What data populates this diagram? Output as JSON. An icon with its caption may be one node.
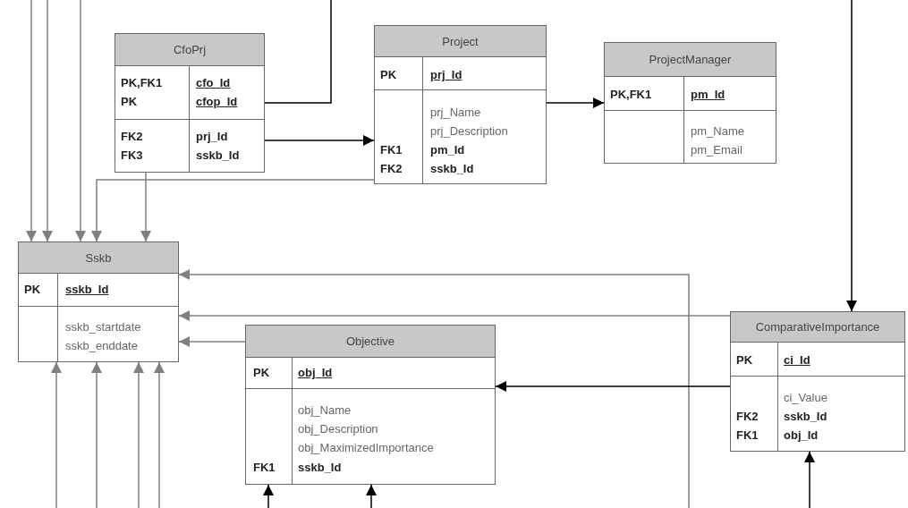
{
  "diagram": {
    "nodes": [
      {
        "text": [
          "CfoPrj",
          "PK,FK1 PK",
          "cfo_Id cfop_Id",
          "FK2 FK3",
          "prj_Id sskb_Id"
        ]
      },
      {
        "text": [
          "Project",
          "PK",
          "prj_Id",
          "prj_Name prj_Description",
          "FK1 FK2",
          "pm_Id sskb_Id"
        ]
      },
      {
        "text": [
          "ProjectManager",
          "PK,FK1",
          "pm_Id",
          "pm_Name pm_Email"
        ]
      },
      {
        "text": [
          "Sskb",
          "PK",
          "sskb_Id",
          "sskb_startdate sskb_enddate"
        ]
      },
      {
        "text": [
          "Objective",
          "PK",
          "obj_Id",
          "obj_Name obj_Description obj_MaximizedImportance",
          "FK1",
          "sskb_Id"
        ]
      },
      {
        "text": [
          "ComparativeImportance",
          "PK",
          "ci_Id",
          "ci_Value",
          "FK2 FK1",
          "sskb_Id obj_Id"
        ]
      }
    ],
    "edges": [
      {
        "from": null,
        "to": 3,
        "arrow": "to"
      },
      {
        "from": null,
        "to": 3,
        "arrow": "to"
      },
      {
        "from": null,
        "to": 3,
        "arrow": "to"
      },
      {
        "from": 1,
        "to": 3,
        "arrow": "to"
      },
      {
        "from": 0,
        "to": 3,
        "arrow": "to"
      },
      {
        "from": 0,
        "to": null,
        "arrow": "none",
        "color": "#000000"
      },
      {
        "from": 0,
        "to": 1,
        "arrow": "to",
        "color": "#000000"
      },
      {
        "from": 1,
        "to": 2,
        "arrow": "to",
        "color": "#000000"
      },
      {
        "from": null,
        "to": 5,
        "arrow": "to",
        "color": "#000000"
      },
      {
        "from": null,
        "to": 3,
        "arrow": "to"
      },
      {
        "from": 5,
        "to": 3,
        "arrow": "to"
      },
      {
        "from": 4,
        "to": 3,
        "arrow": "to"
      },
      {
        "from": 5,
        "to": 4,
        "arrow": "to",
        "color": "#000000"
      },
      {
        "from": null,
        "to": 3,
        "arrow": "to"
      },
      {
        "from": null,
        "to": 3,
        "arrow": "to"
      },
      {
        "from": null,
        "to": 3,
        "arrow": "to"
      },
      {
        "from": null,
        "to": 3,
        "arrow": "to"
      },
      {
        "from": null,
        "to": 4,
        "arrow": "to",
        "color": "#000000"
      },
      {
        "from": null,
        "to": 4,
        "arrow": "to",
        "color": "#000000"
      },
      {
        "from": null,
        "to": 5,
        "arrow": "to",
        "color": "#000000"
      }
    ]
  }
}
